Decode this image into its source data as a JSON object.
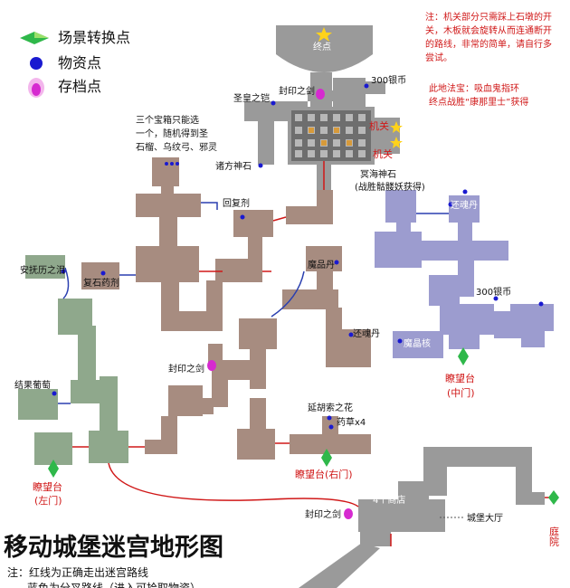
{
  "legend": {
    "transfer": "场景转换点",
    "item": "物资点",
    "save": "存档点"
  },
  "notes": {
    "mechanism": [
      "注：机关部分只需踩上石墩的开",
      "关，木板就会旋转从而连通断开",
      "的路线，非常的简单，请自行多",
      "尝试。"
    ],
    "treasure": [
      "此地法宝：吸血鬼指环",
      "终点战胜“康那里士”获得"
    ]
  },
  "places": {
    "end": "终点",
    "silver_top": "300银币",
    "armor": "圣皇之铠",
    "seal_top": "封印之剑",
    "switch1": "机关",
    "switch2": "机关",
    "chest_note": [
      "三个宝箱只能选",
      "一个，随机得到圣",
      "石榴、乌纹弓、邪灵"
    ],
    "ring": "诸方神石",
    "potion": "回复剂",
    "protect": "安抚历之泪",
    "tonic": "复石药剂",
    "drug": "魔品丹",
    "soul": "还魂丹",
    "seal_mid": "封印之剑",
    "grape": "结果葡萄",
    "flower": "延胡索之花",
    "herb": "药草x4",
    "seal_bottom": "封印之剑",
    "shops": "4个商店",
    "hall": "城堡大厅",
    "garden": "庭院",
    "stone_purple": [
      "冥海神石",
      "(战胜骷髅妖获得)"
    ],
    "purple_tr": "还魂丹",
    "silver_purple": "300银币",
    "purple_r": "魔晶核",
    "purple_bl": "魔晶核"
  },
  "watchtowers": {
    "left": [
      "瞭望台",
      "(左门)"
    ],
    "right": "瞭望台(右门)",
    "mid": [
      "瞭望台",
      "(中门)"
    ]
  },
  "title": "移动城堡迷宫地形图",
  "footer": [
    "注：红线为正确走出迷宫路线",
    "蓝色为分叉路线（进入可拾取物资）"
  ],
  "colors": {
    "gray": "#9a9a9a",
    "brown": "#a78c80",
    "green": "#8fa88c",
    "purple": "#9c9ccf",
    "route": "#d01818",
    "branch": "#2a3fb0"
  }
}
